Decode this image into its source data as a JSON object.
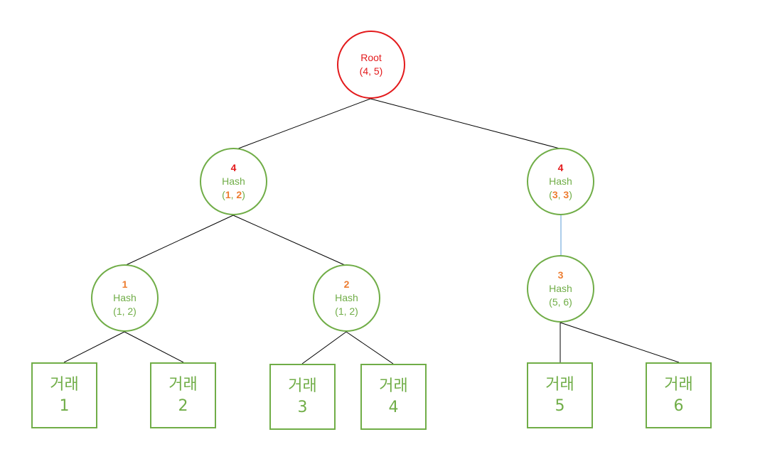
{
  "root": {
    "label": "Root",
    "pair": "(4, 5)"
  },
  "hash_word": "Hash",
  "level1": [
    {
      "top": "4",
      "pair_left": "1",
      "pair_right": "2"
    },
    {
      "top": "4",
      "pair_left": "3",
      "pair_right": "3"
    }
  ],
  "level2": [
    {
      "top": "1",
      "pair": "(1, 2)"
    },
    {
      "top": "2",
      "pair": "(1, 2)"
    },
    {
      "top": "3",
      "pair": "(5, 6)"
    }
  ],
  "tx_word": "거래",
  "transactions": [
    "1",
    "2",
    "3",
    "4",
    "5",
    "6"
  ],
  "colors": {
    "green": "#70ad47",
    "red": "#e31a1c",
    "orange": "#ed7d31",
    "blue_link": "#5b9bd5"
  }
}
